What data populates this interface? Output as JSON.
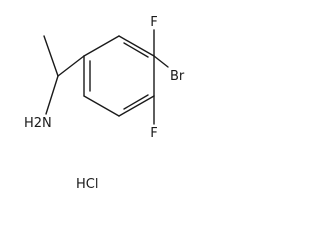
{
  "molecule": {
    "atoms": {
      "fluorine_top": "F",
      "bromine": "Br",
      "fluorine_bottom": "F",
      "amine": "H2N",
      "salt": "HCl"
    }
  }
}
